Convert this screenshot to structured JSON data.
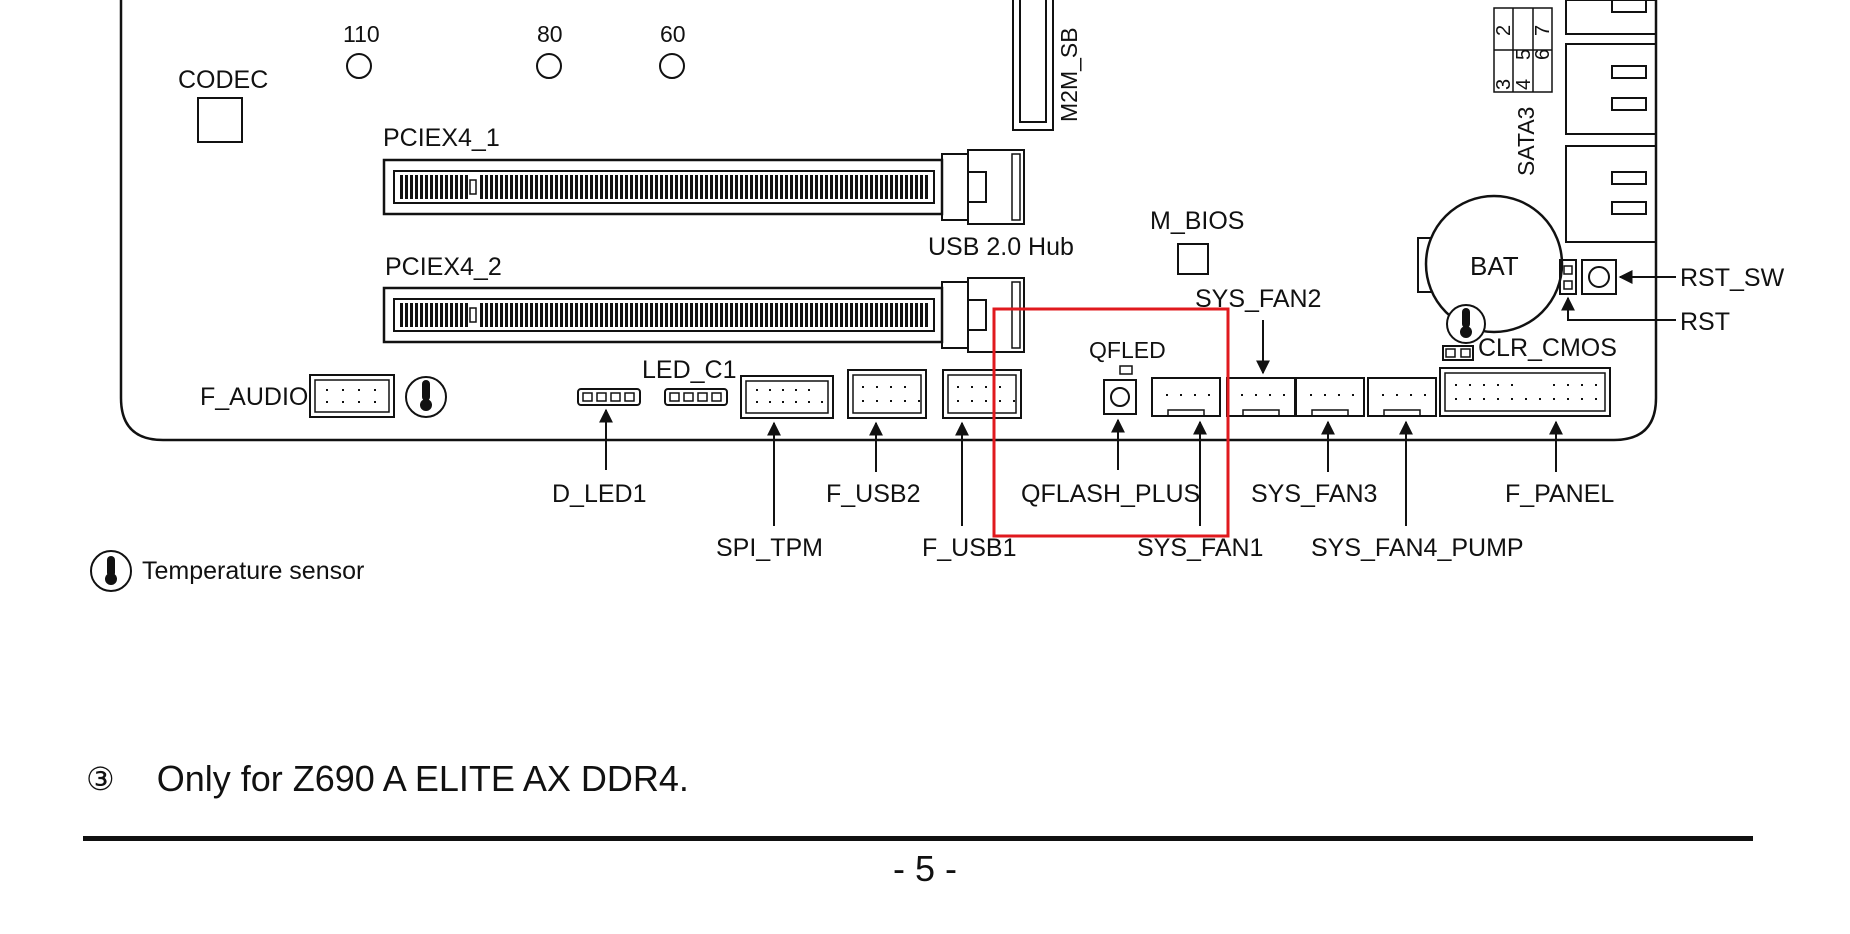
{
  "labels": {
    "codec": "CODEC",
    "hole_110": "110",
    "hole_80": "80",
    "hole_60": "60",
    "m2m_sb": "M2M_SB",
    "sata3": "SATA3",
    "sata_digits": [
      "3",
      "5",
      "7",
      "2",
      "4",
      "6"
    ],
    "pciex4_1": "PCIEX4_1",
    "pciex4_2": "PCIEX4_2",
    "usb20_hub": "USB 2.0 Hub",
    "m_bios": "M_BIOS",
    "bat": "BAT",
    "rst_sw": "RST_SW",
    "rst": "RST",
    "clr_cmos": "CLR_CMOS",
    "sys_fan2": "SYS_FAN2",
    "qfled": "QFLED",
    "f_audio": "F_AUDIO",
    "led_c1": "LED_C1",
    "d_led1": "D_LED1",
    "spi_tpm": "SPI_TPM",
    "f_usb2": "F_USB2",
    "f_usb1": "F_USB1",
    "qflash_plus": "QFLASH_PLUS",
    "sys_fan1": "SYS_FAN1",
    "sys_fan3": "SYS_FAN3",
    "sys_fan4_pump": "SYS_FAN4_PUMP",
    "f_panel": "F_PANEL"
  },
  "legend": {
    "icon": "thermometer-icon",
    "text": "Temperature sensor"
  },
  "note": {
    "marker": "③",
    "text": "Only for Z690 A ELITE AX DDR4."
  },
  "page_number": "- 5 -",
  "highlight_color": "#e0191e"
}
